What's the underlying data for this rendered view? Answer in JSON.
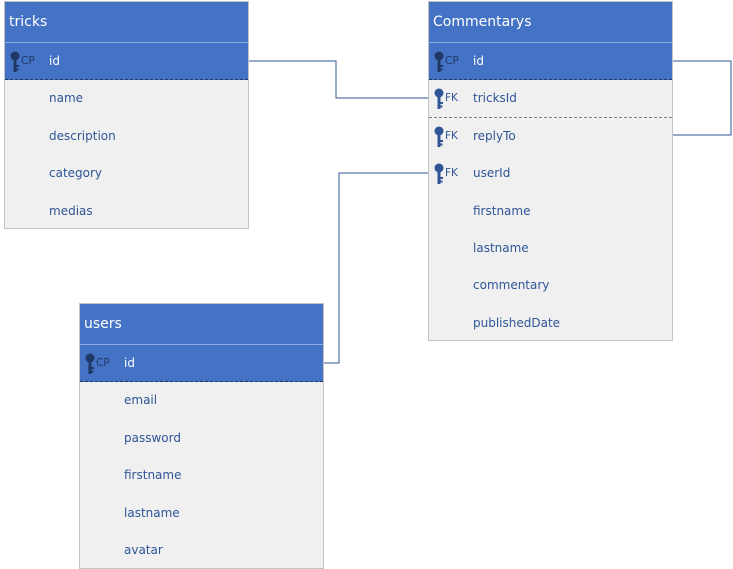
{
  "icons": {
    "key": "key-icon"
  },
  "colors": {
    "header": "#4472c4",
    "body": "#f0f0f0",
    "field_text": "#2f5597",
    "connector": "#2f5597"
  },
  "entities": {
    "tricks": {
      "title": "tricks",
      "fields": [
        {
          "key": "CP",
          "name": "id"
        },
        {
          "key": "",
          "name": "name"
        },
        {
          "key": "",
          "name": "description"
        },
        {
          "key": "",
          "name": "category"
        },
        {
          "key": "",
          "name": "medias"
        }
      ]
    },
    "commentarys": {
      "title": "Commentarys",
      "fields": [
        {
          "key": "CP",
          "name": "id"
        },
        {
          "key": "FK",
          "name": "tricksId"
        },
        {
          "key": "FK",
          "name": "replyTo"
        },
        {
          "key": "FK",
          "name": "userId"
        },
        {
          "key": "",
          "name": "firstname"
        },
        {
          "key": "",
          "name": "lastname"
        },
        {
          "key": "",
          "name": "commentary"
        },
        {
          "key": "",
          "name": "publishedDate"
        }
      ]
    },
    "users": {
      "title": "users",
      "fields": [
        {
          "key": "CP",
          "name": "id"
        },
        {
          "key": "",
          "name": "email"
        },
        {
          "key": "",
          "name": "password"
        },
        {
          "key": "",
          "name": "firstname"
        },
        {
          "key": "",
          "name": "lastname"
        },
        {
          "key": "",
          "name": "avatar"
        }
      ]
    }
  }
}
